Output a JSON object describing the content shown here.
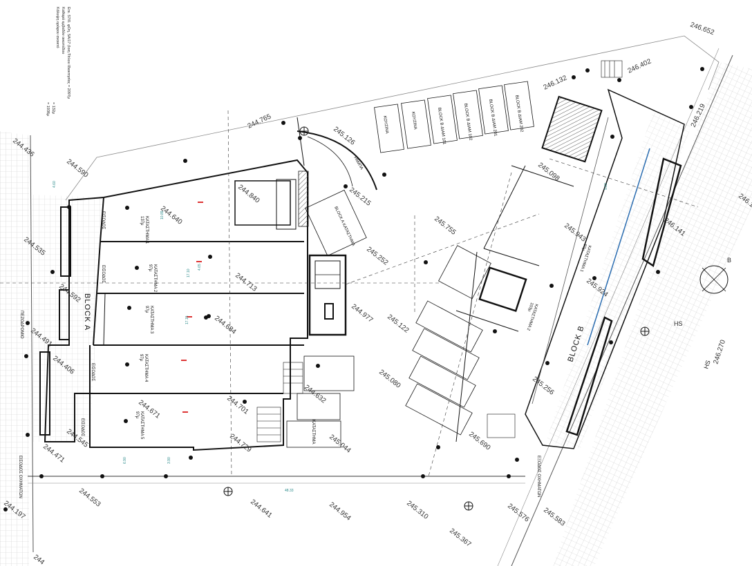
{
  "notes": [
    "Ετιι. 57/0. φΟη, 5Α/17 (Ιοιη Τίτλου Ιδιοκτησίας = 2097μ",
    "Καθαρό εμβαδόν οικοπέδου",
    "Κάλυψη ορόφου ανοικτό",
    "= 132μ",
    "= 1936μ"
  ],
  "blocks": {
    "a": "BLOCK A",
    "b": "BLOCK B"
  },
  "shops_a": [
    {
      "name": "ΚΑΤΑΣΤΗΜΑ 1",
      "area": "137μ"
    },
    {
      "name": "ΚΑΤΑΣΤΗΜΑ 2",
      "area": "97μ"
    },
    {
      "name": "ΚΑΤΑΣΤΗΜΑ 3",
      "area": "97μ"
    },
    {
      "name": "ΚΑΤΑΣΤΗΜΑ 4",
      "area": "97μ"
    },
    {
      "name": "ΚΑΤΑΣΤΗΜΑ 5",
      "area": "97μ"
    }
  ],
  "shops_b": [
    {
      "name": "ΚΑΤΑΣΤΗΜΑ 1",
      "area": "97μ"
    },
    {
      "name": "ΚΑΤΑΣΤΗΜΑ 2",
      "area": "103μ"
    }
  ],
  "labels": {
    "entrance": "ΕΙΣΟΔΟΣ",
    "entrance_vehicles": "ΕΙΣΟΔΟΣ ΟΧΗΜΑΤΩΝ",
    "exit": "ΕΞΟΔΟΣ ΟΧΗΜΑΤΩΝ",
    "ramp": "ΡΑΜΠΑ",
    "kitchen": "ΚΟΥΖΙΝΑ",
    "parking": "ΚΑΤΑΣΤΗΜΑ",
    "sidewalk": "ΠΕΖΟΔΡΟΜΙΟ",
    "hs": "HS",
    "north": "B",
    "loading_a": "BLOCK A ΚΑΤΑΣΤΗΜΑ",
    "loading_b": "BLOCK B ΔΙΑΜ 101",
    "loading_b2": "BLOCK B ΔΙΑΜ 102",
    "loading_b3": "BLOCK B ΔΙΑΜ 201",
    "loading_b4": "BLOCK B ΔΙΑΜ 202"
  },
  "elevations": [
    "246.652",
    "246.402",
    "246.132",
    "246.219",
    "246.141",
    "246.270",
    "246.1",
    "244.436",
    "244.590",
    "244.535",
    "244.592",
    "244.491",
    "244.406",
    "244.545",
    "244.471",
    "244.553",
    "244.197",
    "244.641",
    "244.954",
    "245.310",
    "245.367",
    "245.576",
    "245.583",
    "244.765",
    "245.126",
    "245.215",
    "244.840",
    "244.640",
    "244.713",
    "244.684",
    "244.977",
    "245.122",
    "245.252",
    "245.755",
    "245.098",
    "245.943",
    "245.924",
    "244.632",
    "244.701",
    "245.080",
    "244.671",
    "244.729",
    "245.044",
    "245.690",
    "245.256",
    "244"
  ],
  "dims": [
    "4.60",
    "10.89",
    "17.10",
    "4.65",
    "17.15",
    "48.33",
    "3.90",
    "5.83",
    "6.40",
    "6.90"
  ]
}
